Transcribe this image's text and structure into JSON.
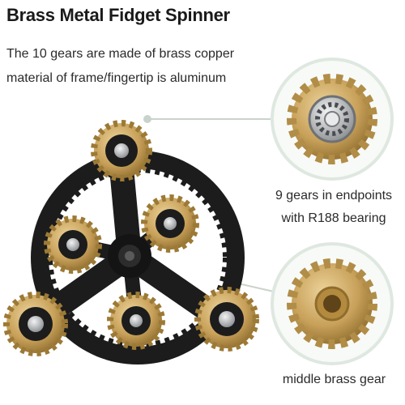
{
  "heading": {
    "title": "Brass Metal Fidget Spinner",
    "line1": "The 10 gears are made of brass copper",
    "line2": "material of frame/fingertip is aluminum"
  },
  "callouts": {
    "endpoint_label_line1": "9 gears in endpoints",
    "endpoint_label_line2": "with R188 bearing",
    "middle_label": "middle brass gear"
  },
  "colors": {
    "brass": "#c8a15a",
    "brass_dark": "#9c7a36",
    "frame": "#1c1c1c",
    "steel": "#b9bcbf",
    "callout_ring": "#dfe8e0"
  }
}
